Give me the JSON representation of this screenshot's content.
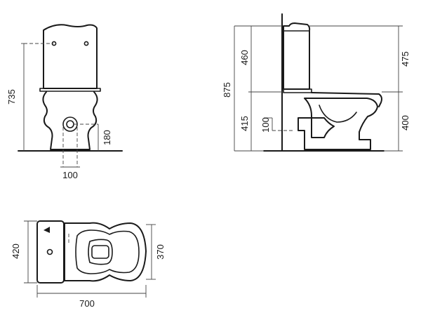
{
  "front_view": {
    "height_label": "735",
    "outlet_height_label": "180",
    "outlet_width_label": "100"
  },
  "side_view": {
    "total_height_label": "875",
    "cistern_height_label": "460",
    "seat_height_label": "415",
    "outlet_label": "100",
    "cistern_top_label": "475",
    "seat_right_label": "400"
  },
  "top_view": {
    "cistern_depth_label": "420",
    "bowl_width_label": "370",
    "length_label": "700"
  }
}
